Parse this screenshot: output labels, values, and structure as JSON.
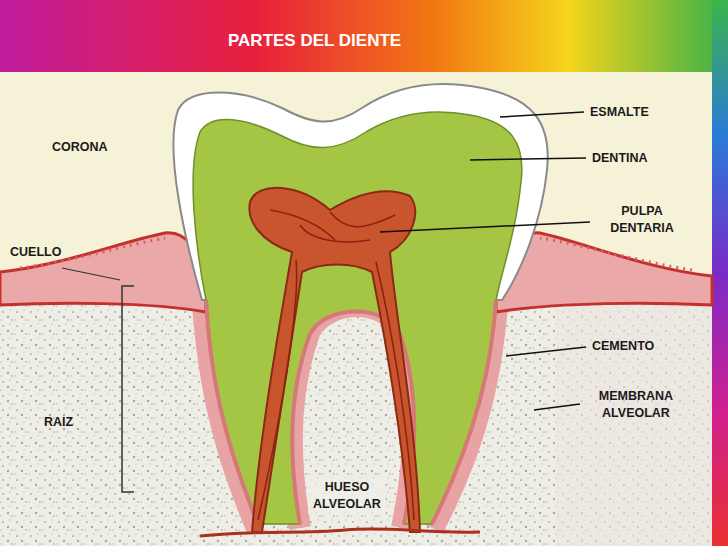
{
  "diagram": {
    "title": "PARTES DEL DIENTE",
    "labels": [
      "ESMALTE",
      "CORONA",
      "DENTINA",
      "PULPA DENTARIA",
      "CUELLO",
      "CEMENTO",
      "MEMBRANA ALVEOLAR",
      "RAIZ",
      "HUESO ALVEOLAR"
    ]
  }
}
